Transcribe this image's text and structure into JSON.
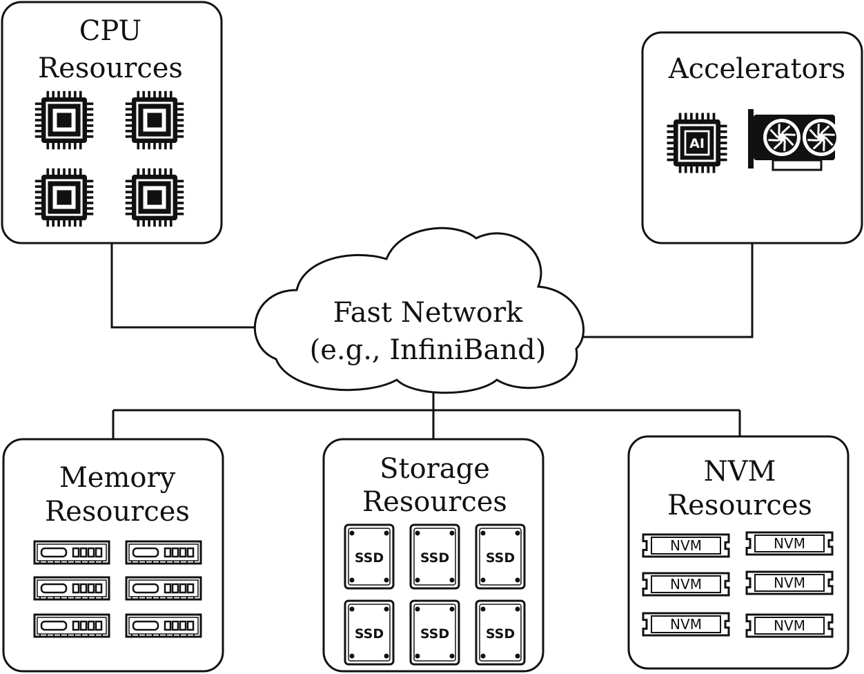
{
  "network": {
    "line1": "Fast Network",
    "line2": "(e.g., InfiniBand)"
  },
  "cpu": {
    "line1": "CPU",
    "line2": "Resources",
    "chip_icons": [
      "cpu-chip-icon",
      "cpu-chip-icon",
      "cpu-chip-icon",
      "cpu-chip-icon"
    ]
  },
  "accelerators": {
    "title": "Accelerators",
    "ai_chip_label": "AI",
    "icons": [
      "ai-chip-icon",
      "gpu-card-icon"
    ]
  },
  "memory": {
    "line1": "Memory",
    "line2": "Resources",
    "module_icons": [
      "ram-module-icon",
      "ram-module-icon",
      "ram-module-icon",
      "ram-module-icon",
      "ram-module-icon",
      "ram-module-icon"
    ]
  },
  "storage": {
    "line1": "Storage",
    "line2": "Resources",
    "drives": [
      "SSD",
      "SSD",
      "SSD",
      "SSD",
      "SSD",
      "SSD"
    ]
  },
  "nvm": {
    "line1": "NVM",
    "line2": "Resources",
    "modules": [
      "NVM",
      "NVM",
      "NVM",
      "NVM",
      "NVM",
      "NVM"
    ]
  }
}
